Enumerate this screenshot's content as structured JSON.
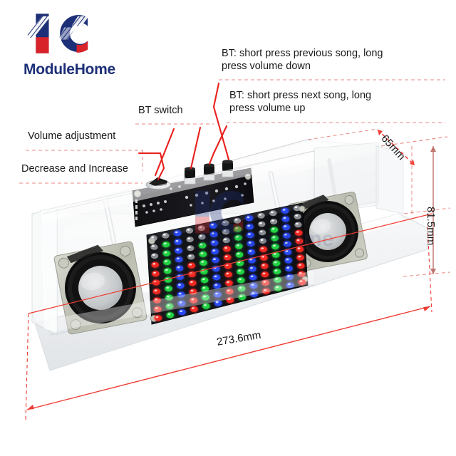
{
  "brand": {
    "logo_mark": "ic-monogram",
    "name": "ModuleHome"
  },
  "annotations": [
    {
      "id": "bt-previous",
      "text": "BT: short press previous song, long\npress volume down"
    },
    {
      "id": "bt-next",
      "text": "BT: short press next song, long\npress volume up"
    },
    {
      "id": "bt-switch",
      "text": "BT switch"
    },
    {
      "id": "volume-adjustment",
      "text": "Volume adjustment"
    },
    {
      "id": "decrease-increase",
      "text": "Decrease and Increase"
    }
  ],
  "dimensions": {
    "depth": "65mm",
    "height": "81.5mm",
    "width": "273.6mm"
  },
  "colors": {
    "annotation_line": "#e8201c",
    "dimension_line": "#ef3b33",
    "guide_dashed": "#e98a84",
    "logo_blue": "#1d2f77",
    "logo_red": "#d8232a",
    "text": "#1a1a1a",
    "led_red": "#ff2a22",
    "led_green": "#22dd44",
    "led_blue": "#2a4cff",
    "pcb_black": "#16161a",
    "acrylic": "#f3f5f6",
    "speaker_cone": "#c9cbcc",
    "speaker_surround": "#171717"
  },
  "product": {
    "type": "acrylic-case-led-bluetooth-speaker",
    "controls": {
      "switch_label": "BT switch",
      "button_count": 3
    },
    "led_matrix": {
      "columns": 13,
      "rows": 10,
      "column_colors": [
        "red",
        "green",
        "blue",
        "red",
        "green",
        "blue",
        "red",
        "green",
        "blue",
        "red",
        "green",
        "blue",
        "red"
      ],
      "column_levels": [
        7,
        9,
        10,
        6,
        8,
        10,
        7,
        9,
        10,
        6,
        8,
        10,
        7
      ]
    },
    "speakers": 2,
    "watermark": "IC ModuleHome"
  }
}
